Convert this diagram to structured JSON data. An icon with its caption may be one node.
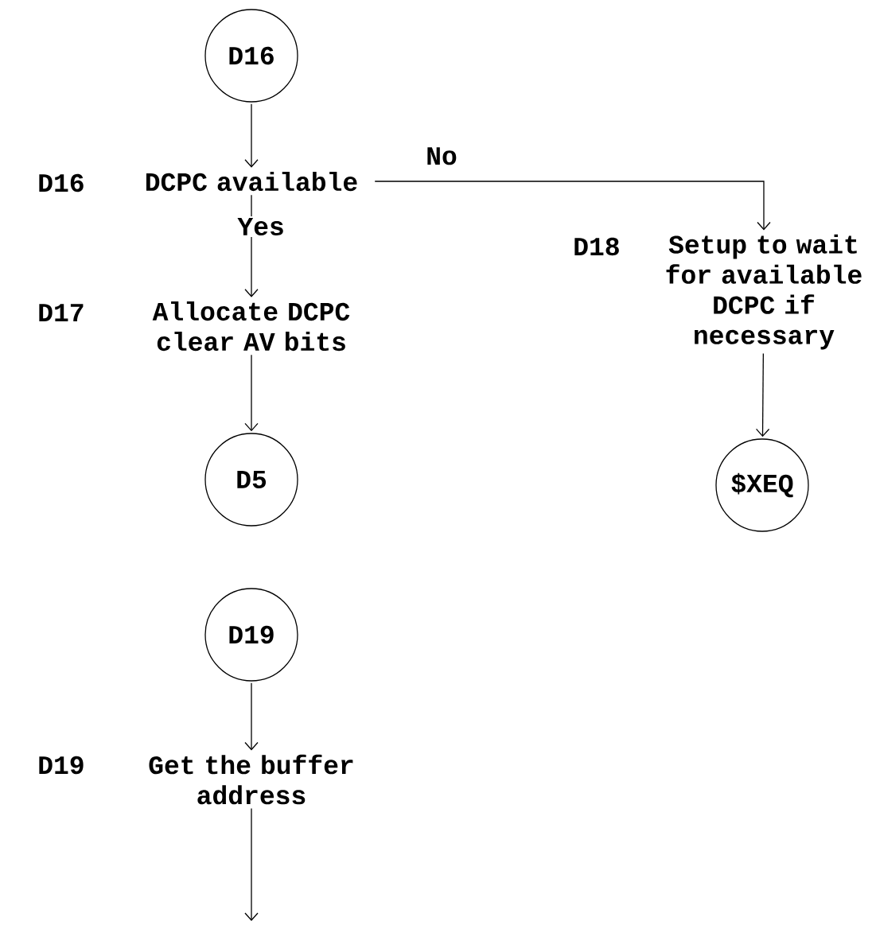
{
  "diagram": {
    "nodes": [
      {
        "text": [
          "D16"
        ]
      },
      {
        "text": [
          "DCPC available"
        ],
        "beside": [
          "D16"
        ]
      },
      {
        "text": [
          "Allocate DCPC clear AV bits"
        ],
        "beside": [
          "D17"
        ]
      },
      {
        "text": [
          "D5"
        ]
      },
      {
        "text": [
          "Setup to wait for available DCPC if necessary"
        ],
        "beside": [
          "D18"
        ]
      },
      {
        "text": [
          "$XEQ"
        ]
      },
      {
        "text": [
          "D19"
        ]
      },
      {
        "text": [
          "Get the buffer address"
        ],
        "beside": [
          "D19"
        ]
      }
    ],
    "edges": [
      {
        "from": 0,
        "to": 1,
        "arrow": "to"
      },
      {
        "from": 1,
        "to": 2,
        "arrow": "to",
        "label": "Yes"
      },
      {
        "from": 2,
        "to": 3,
        "arrow": "to"
      },
      {
        "from": 1,
        "to": 4,
        "arrow": "to",
        "label": "No"
      },
      {
        "from": 4,
        "to": 5,
        "arrow": "to"
      },
      {
        "from": 6,
        "to": 7,
        "arrow": "to"
      },
      {
        "from": 7,
        "to": null,
        "arrow": "to"
      }
    ]
  }
}
